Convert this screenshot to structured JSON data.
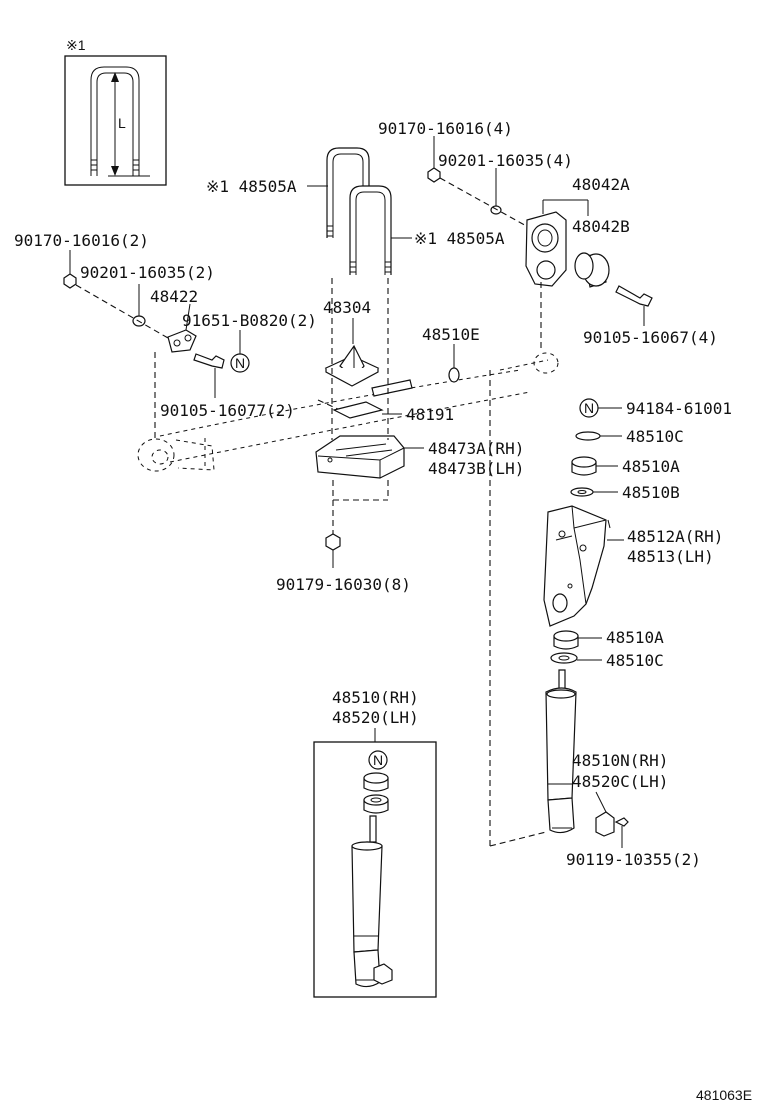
{
  "inset": {
    "marker": "※1",
    "dim_label": "L"
  },
  "labels": {
    "ubolt_a": "※1 48505A",
    "ubolt_b": "※1 48505A",
    "nut_90170_top": "90170-16016(4)",
    "washer_90201_top": "90201-16035(4)",
    "shackle_48042a": "48042A",
    "bushing_48042b": "48042B",
    "bolt_90105_16067": "90105-16067(4)",
    "nut_90170_left": "90170-16016(2)",
    "washer_90201_left": "90201-16035(2)",
    "bracket_48422": "48422",
    "pin_91651": "91651-B0820(2)",
    "pad_48304": "48304",
    "bolt_90105_16077": "90105-16077(2)",
    "plate_48191": "48191",
    "spring_48510e": "48510E",
    "seat_48473a": "48473A(RH)",
    "seat_48473b": "48473B(LH)",
    "nut_90179": "90179-16030(8)",
    "kit_94184": "94184-61001",
    "kit_94184_symbol": "N",
    "washer_48510c_top": "48510C",
    "cushion_48510a_top": "48510A",
    "washer_48510b": "48510B",
    "bracket_48512a": "48512A(RH)",
    "bracket_48513": "48513(LH)",
    "cushion_48510a_low": "48510A",
    "washer_48510c_low": "48510C",
    "absorber_48510n": "48510N(RH)",
    "absorber_48520c": "48520C(LH)",
    "bolt_90119": "90119-10355(2)",
    "assy_48510": "48510(RH)",
    "assy_48520": "48520(LH)",
    "assy_symbol": "N",
    "pin_symbol": "N"
  },
  "footer": {
    "code": "481063E"
  }
}
